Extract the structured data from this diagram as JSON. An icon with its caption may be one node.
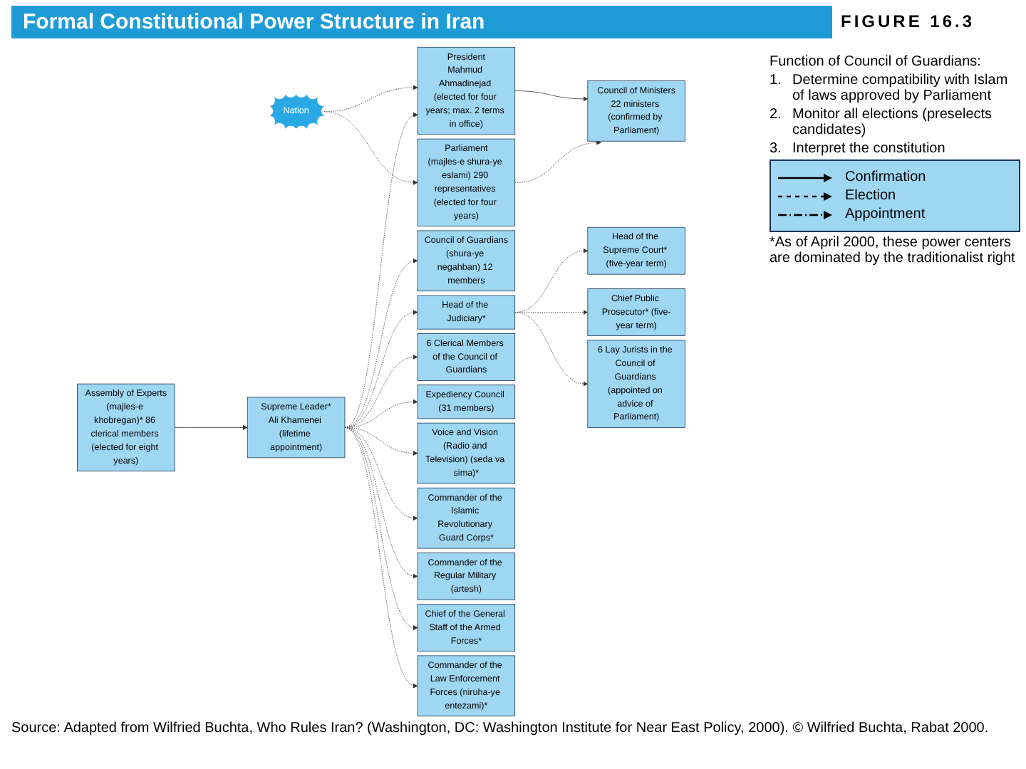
{
  "diagram": {
    "title": "Formal Constitutional Power Structure in Iran",
    "caption": "Source: Adapted from Wilfried Buchta, Who Rules Iran? (Washington, DC: Washington Institute for Near East Policy, 2000). © Wilfried Buchta, Rabat 2000.",
    "nodes": [
      {
        "text": [
          "Nation"
        ]
      },
      {
        "text": [
          "President",
          "Mahmud Ahmadinejad (elected for four years; max. 2 terms in office)"
        ]
      },
      {
        "text": [
          "Assembly of Experts",
          "(majles-e khobregan)* 86 clerical members (elected for eight years)"
        ]
      },
      {
        "text": [
          "Parliament",
          "(majles-e shura-ye eslami) 290 representatives (elected for four years)"
        ]
      },
      {
        "text": [
          "Council of Ministers",
          "22 ministers (confirmed by Parliament)"
        ]
      },
      {
        "text": [
          "Supreme Leader*",
          "Ali Khamenei (lifetime appointment)"
        ]
      },
      {
        "text": [
          "Council of Guardians",
          "(shura-ye negahban) 12 members"
        ]
      },
      {
        "text": [
          "Head of the Judiciary*"
        ]
      },
      {
        "text": [
          "Head of the Supreme Court* (five-year term)"
        ]
      },
      {
        "text": [
          "6 Clerical Members of the Council of Guardians"
        ]
      },
      {
        "text": [
          "Chief Public Prosecutor* (five-year term)"
        ]
      },
      {
        "text": [
          "Expediency Council (31 members)"
        ]
      },
      {
        "text": [
          "6 Lay Jurists in the Council of Guardians (appointed on advice of Parliament)"
        ]
      },
      {
        "text": [
          "Voice and Vision (Radio and Television) (seda va sima)*"
        ]
      },
      {
        "text": [
          "Commander of the Islamic Revolutionary Guard Corps*"
        ]
      },
      {
        "text": [
          "Commander of the Regular Military (artesh)"
        ]
      },
      {
        "text": [
          "Chief of the General Staff of the Armed Forces*"
        ]
      },
      {
        "text": [
          "Commander of the Law Enforcement Forces (niruha-ye entezami)*"
        ]
      }
    ],
    "edges": [
      {
        "from": 0,
        "to": 1,
        "arrow": "to",
        "style": "dashed"
      },
      {
        "from": 0,
        "to": 3,
        "arrow": "to",
        "style": "dashed"
      },
      {
        "from": 1,
        "to": 4,
        "arrow": "to"
      },
      {
        "from": 3,
        "to": 4,
        "arrow": "to",
        "style": "dashed"
      },
      {
        "from": 2,
        "to": 5,
        "arrow": "to"
      },
      {
        "from": 5,
        "to": 1,
        "arrow": "to",
        "style": "dashed"
      },
      {
        "from": 5,
        "to": 6,
        "arrow": "to",
        "style": "dashed"
      },
      {
        "from": 5,
        "to": 7,
        "arrow": "to",
        "style": "dashed"
      },
      {
        "from": 5,
        "to": 9,
        "arrow": "to",
        "style": "dashed"
      },
      {
        "from": 5,
        "to": 11,
        "arrow": "to",
        "style": "dashed"
      },
      {
        "from": 5,
        "to": 13,
        "arrow": "to",
        "style": "dashed"
      },
      {
        "from": 5,
        "to": 14,
        "arrow": "to",
        "style": "dashed"
      },
      {
        "from": 5,
        "to": 15,
        "arrow": "to",
        "style": "dashed"
      },
      {
        "from": 5,
        "to": 16,
        "arrow": "to",
        "style": "dashed"
      },
      {
        "from": 5,
        "to": 17,
        "arrow": "to",
        "style": "dashed"
      },
      {
        "from": 7,
        "to": 8,
        "arrow": "to",
        "style": "dashed"
      },
      {
        "from": 7,
        "to": 10,
        "arrow": "to",
        "style": "dashed"
      },
      {
        "from": 7,
        "to": 12,
        "arrow": "to",
        "style": "dashed"
      }
    ],
    "labels": [
      "Function of Council of Guardians:",
      "1.",
      "Determine compatibility with Islam of laws approved by Parliament",
      "2.",
      "Monitor all elections (preselects candidates)",
      "3.",
      "Interpret the constitution",
      "*As of April 2000, these power centers are dominated by the traditionalist right",
      "FIGURE 16.3"
    ],
    "legend": [
      {
        "text": "Confirmation"
      },
      {
        "text": "Election"
      },
      {
        "text": "Appointment"
      }
    ]
  }
}
